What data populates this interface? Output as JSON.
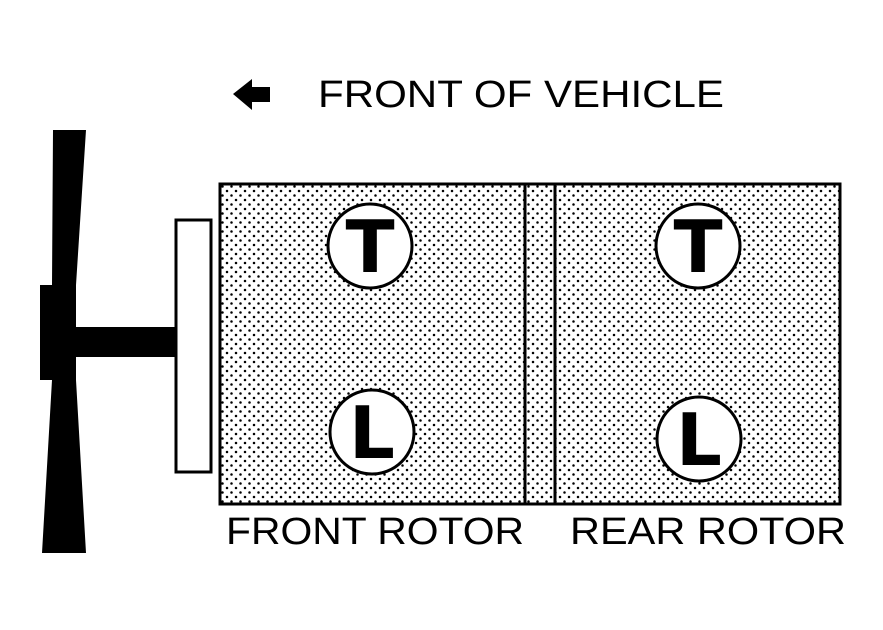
{
  "header": {
    "direction_label": "FRONT OF VEHICLE",
    "arrow_icon": "arrow-left-icon"
  },
  "rotors": {
    "front_label": "FRONT ROTOR",
    "rear_label": "REAR ROTOR"
  },
  "spark_plugs": {
    "front_trailing": "T",
    "front_leading": "L",
    "rear_trailing": "T",
    "rear_leading": "L"
  },
  "colors": {
    "ink": "#000000",
    "paper": "#ffffff"
  }
}
